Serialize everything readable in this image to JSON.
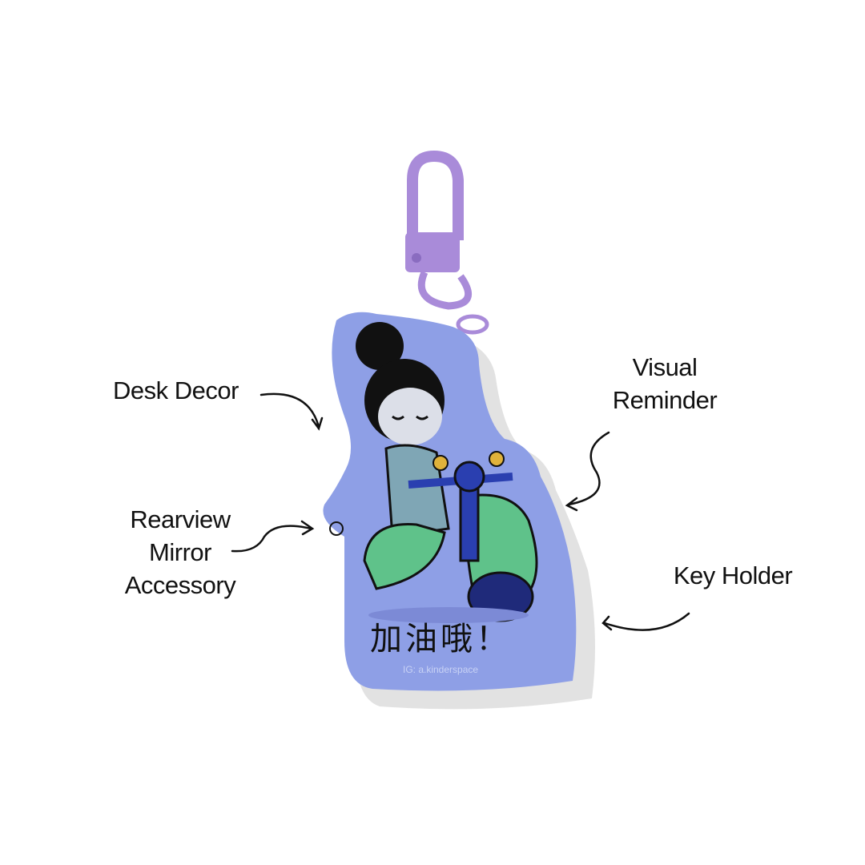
{
  "labels": {
    "desk_decor": "Desk Decor",
    "visual_reminder": [
      "Visual",
      "Reminder"
    ],
    "rearview": [
      "Rearview",
      "Mirror",
      "Accessory"
    ],
    "key_holder": "Key Holder"
  },
  "keychain": {
    "slogan": "加油哦！",
    "credit": "IG: a.kinderspace",
    "body_color": "#8e9fe6",
    "clasp_color": "#a98bd9"
  }
}
